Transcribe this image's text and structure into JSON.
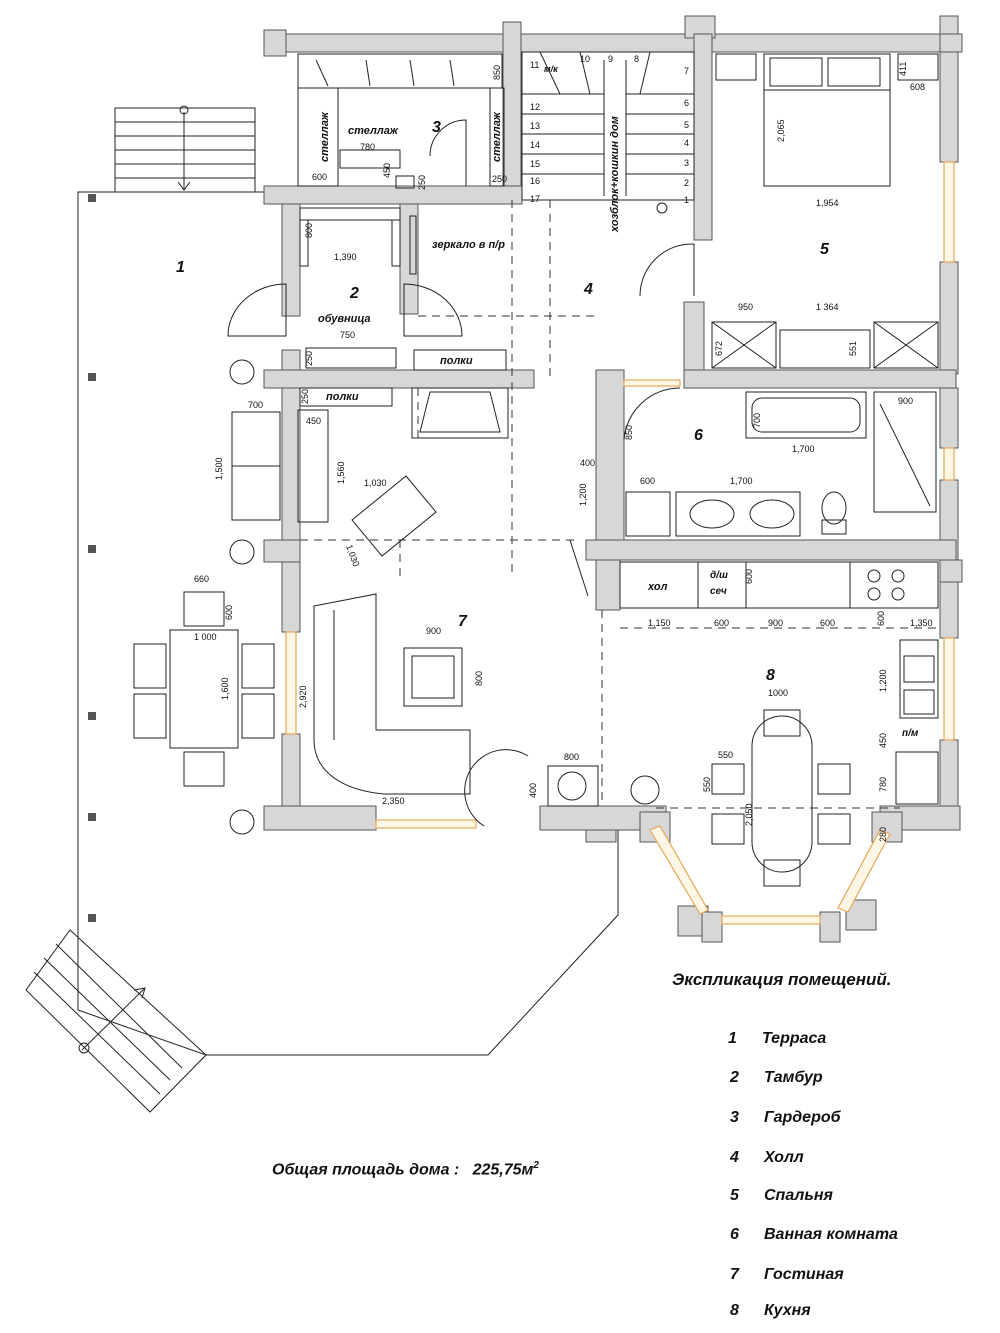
{
  "plan": {
    "room_numbers": [
      "1",
      "2",
      "3",
      "4",
      "5",
      "6",
      "7",
      "8"
    ],
    "labels": {
      "shelf_rack_1": "стеллаж",
      "shelf_rack_2": "стеллаж",
      "shelf_rack_3": "стеллаж",
      "mirror": "зеркало в п/р",
      "shoe_rack": "обувница",
      "shelves_1": "полки",
      "shelves_2": "полки",
      "utility": "хозблок+кошкин дом",
      "toilet": "м/к",
      "fridge": "хол",
      "dishwasher_top": "д/ш",
      "dishwasher_bottom": "сеч",
      "microwave": "п/м"
    },
    "stair_steps": [
      "1",
      "2",
      "3",
      "4",
      "5",
      "6",
      "7",
      "8",
      "9",
      "10",
      "11",
      "12",
      "13",
      "14",
      "15",
      "16",
      "17"
    ],
    "dimensions": {
      "d780": "780",
      "d600a": "600",
      "d450a": "450",
      "d250a": "250",
      "d250b": "250",
      "d850a": "850",
      "d2065": "2,065",
      "d411": "411",
      "d608": "608",
      "d1954": "1,954",
      "d800a": "800",
      "d1390": "1,390",
      "d750": "750",
      "d250c": "250",
      "d250d": "250",
      "d950": "950",
      "d1364": "1 364",
      "d672": "672",
      "d551": "551",
      "d700a": "700",
      "d900a": "900",
      "d850b": "850",
      "d1700a": "1,700",
      "d600b": "600",
      "d1700b": "1,700",
      "d400a": "400",
      "d1200a": "1,200",
      "d700b": "700",
      "d450b": "450",
      "d1500": "1,500",
      "d1560": "1,560",
      "d1030a": "1,030",
      "d1030b": "1,030",
      "d660": "660",
      "d600c": "600",
      "d1000a": "1 000",
      "d1600": "1,600",
      "d900b": "900",
      "d800b": "800",
      "d2920": "2,920",
      "d2350": "2,350",
      "d800c": "800",
      "d400b": "400",
      "d600d": "600",
      "d1150": "1,150",
      "d600e": "600",
      "d900c": "900",
      "d600f": "600",
      "d600g": "600",
      "d1350": "1,350",
      "d1000b": "1000",
      "d550a": "550",
      "d550b": "550",
      "d2050": "2,050",
      "d1200b": "1,200",
      "d450c": "450",
      "d780b": "780",
      "d280": "280"
    }
  },
  "legend": {
    "title": "Экспликация помещений.",
    "items": [
      {
        "num": "1",
        "name": "Терраса"
      },
      {
        "num": "2",
        "name": "Тамбур"
      },
      {
        "num": "3",
        "name": "Гардероб"
      },
      {
        "num": "4",
        "name": "Холл"
      },
      {
        "num": "5",
        "name": "Спальня"
      },
      {
        "num": "6",
        "name": "Ванная комната"
      },
      {
        "num": "7",
        "name": "Гостиная"
      },
      {
        "num": "8",
        "name": "Кухня"
      }
    ]
  },
  "total_area": {
    "label": "Общая площадь дома :",
    "value": "225,75м",
    "unit_power": "2"
  }
}
